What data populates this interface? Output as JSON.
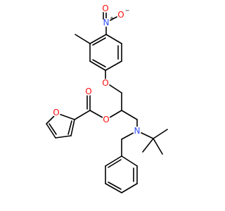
{
  "molecule": {
    "colors": {
      "bond": "#000000",
      "O": "#ff0d0d",
      "N": "#3050f8",
      "charge": "#000000"
    },
    "labels": {
      "nitro_n": "N",
      "nitro_n_charge": "+",
      "nitro_o_top": "O",
      "nitro_o_right": "O",
      "nitro_o_right_charge": "−",
      "ether_o": "O",
      "carbonyl_o": "O",
      "ester_o": "O",
      "furan_o": "O",
      "amine_n": "N"
    }
  }
}
